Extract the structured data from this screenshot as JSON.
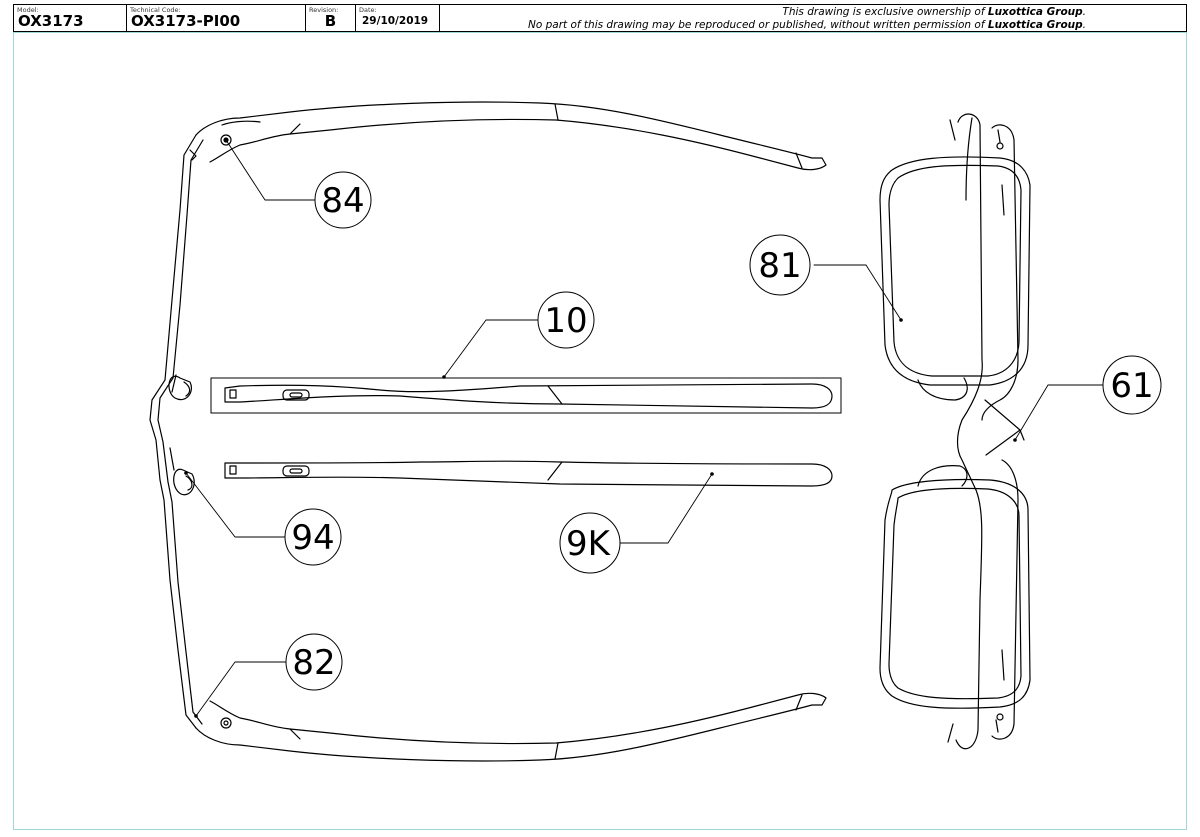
{
  "title_block": {
    "model_label": "Model:",
    "model_value": "OX3173",
    "tech_label": "Technical Code:",
    "tech_value": "OX3173-PI00",
    "rev_label": "Revision:",
    "rev_value": "B",
    "date_label": "Date:",
    "date_value": "29/10/2019",
    "notice_1_pre": "This drawing is exclusive ownership of ",
    "notice_1_brand": "Luxottica Group",
    "notice_1_post": ".",
    "notice_2_pre": "No part of this drawing may be reproduced or published, without written permission of ",
    "notice_2_brand": "Luxottica Group",
    "notice_2_post": "."
  },
  "callouts": {
    "c84": "84",
    "c10": "10",
    "c94": "94",
    "c82": "82",
    "c9k": "9K",
    "c81": "81",
    "c61": "61"
  }
}
